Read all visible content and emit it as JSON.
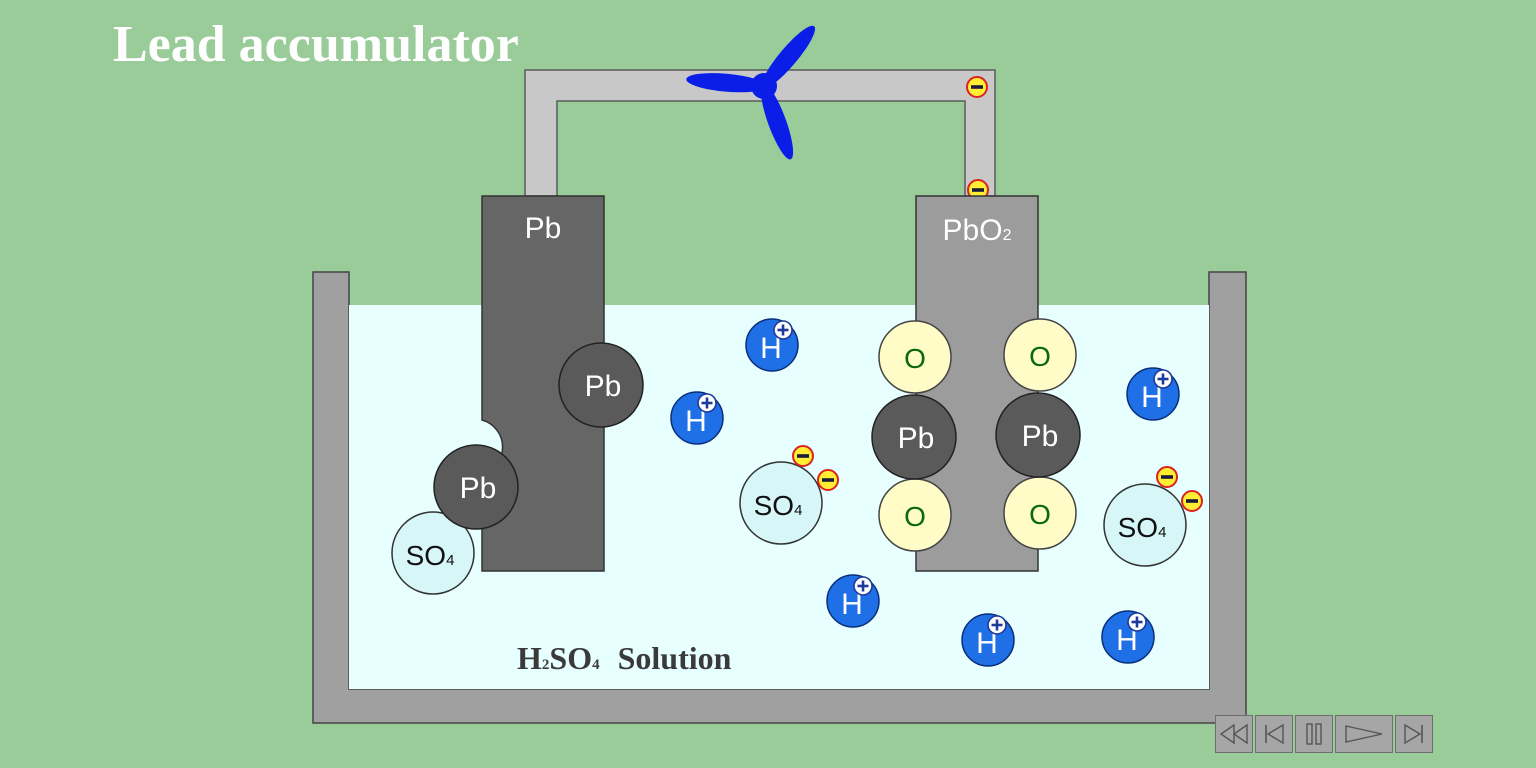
{
  "title": "Lead accumulator",
  "electrodes": {
    "left": "Pb",
    "right_main": "PbO",
    "right_sub": "2"
  },
  "solution": {
    "h": "H",
    "h_sub": "2",
    "so": "SO",
    "so_sub": "4",
    "word": "Solution"
  },
  "atoms": {
    "pb": "Pb",
    "o": "O",
    "h": "H",
    "so": "SO",
    "so_sub": "4"
  },
  "colors": {
    "background": "#9acc9a",
    "solution": "#e8ffff",
    "tank": "#a0a0a0",
    "wire": "#c8c8c8",
    "lead_plate": "#666666",
    "oxide_plate": "#9c9c9c",
    "hydrogen": "#1f6fe6",
    "oxygen": "#fffcc8",
    "sulfate": "#d6f6f8",
    "fan": "#0a1ee8"
  },
  "controls": [
    {
      "name": "rewind-button",
      "icon": "rewind-icon"
    },
    {
      "name": "first-button",
      "icon": "skip-start-icon"
    },
    {
      "name": "pause-button",
      "icon": "pause-icon"
    },
    {
      "name": "play-button",
      "icon": "play-icon"
    },
    {
      "name": "last-button",
      "icon": "skip-end-icon"
    }
  ]
}
